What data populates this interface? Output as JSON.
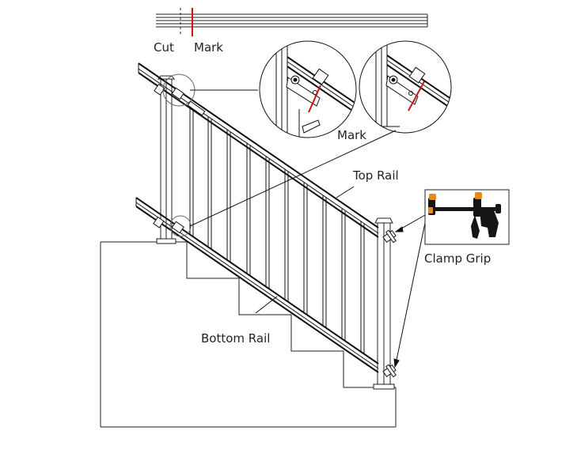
{
  "labels": {
    "cut": "Cut",
    "mark_top": "Mark",
    "mark_detail": "Mark",
    "top_rail": "Top Rail",
    "bottom_rail": "Bottom Rail",
    "clamp_grip": "Clamp Grip"
  },
  "colors": {
    "line": "#111111",
    "mark_line": "#cc1111",
    "clamp_orange": "#e8891c",
    "clamp_black": "#151515"
  },
  "icons": {
    "clamp": "bar-clamp-icon"
  }
}
